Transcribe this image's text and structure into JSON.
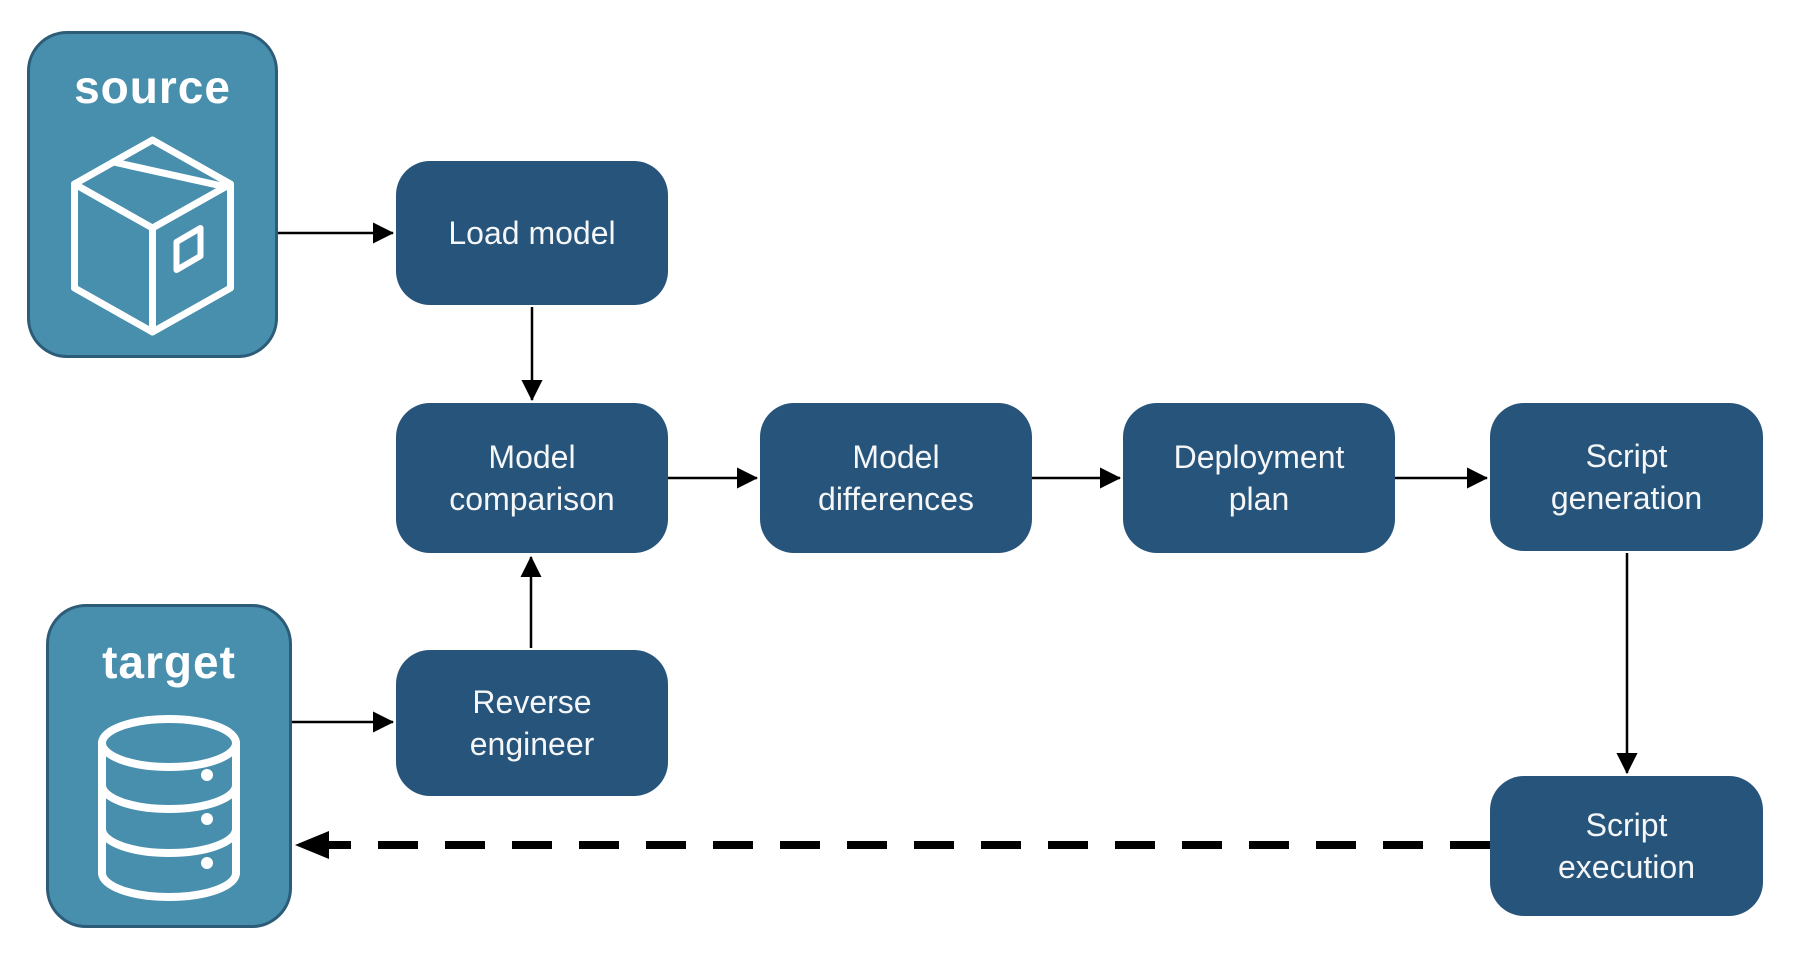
{
  "diagram": {
    "source": {
      "label": "source",
      "icon": "package-icon"
    },
    "target": {
      "label": "target",
      "icon": "database-icon"
    },
    "nodes": {
      "load_model": "Load model",
      "model_comparison": "Model comparison",
      "model_differences": "Model differences",
      "deployment_plan": "Deployment plan",
      "script_generation": "Script generation",
      "reverse_engineer": "Reverse engineer",
      "script_execution": "Script execution"
    },
    "flows": {
      "source_to_load_model": "solid",
      "load_model_to_model_comparison": "solid",
      "target_to_reverse_engineer": "solid",
      "reverse_engineer_to_model_comparison": "solid",
      "model_comparison_to_model_differences": "solid",
      "model_differences_to_deployment_plan": "solid",
      "deployment_plan_to_script_generation": "solid",
      "script_generation_to_script_execution": "solid",
      "script_execution_to_target": "dashed"
    },
    "colors": {
      "process_fill": "#27547B",
      "endpoint_fill": "#488EAD",
      "endpoint_border": "#2C5C77",
      "label_text": "#F4F6F8",
      "arrow": "#000000",
      "background": "#FFFFFF"
    }
  }
}
